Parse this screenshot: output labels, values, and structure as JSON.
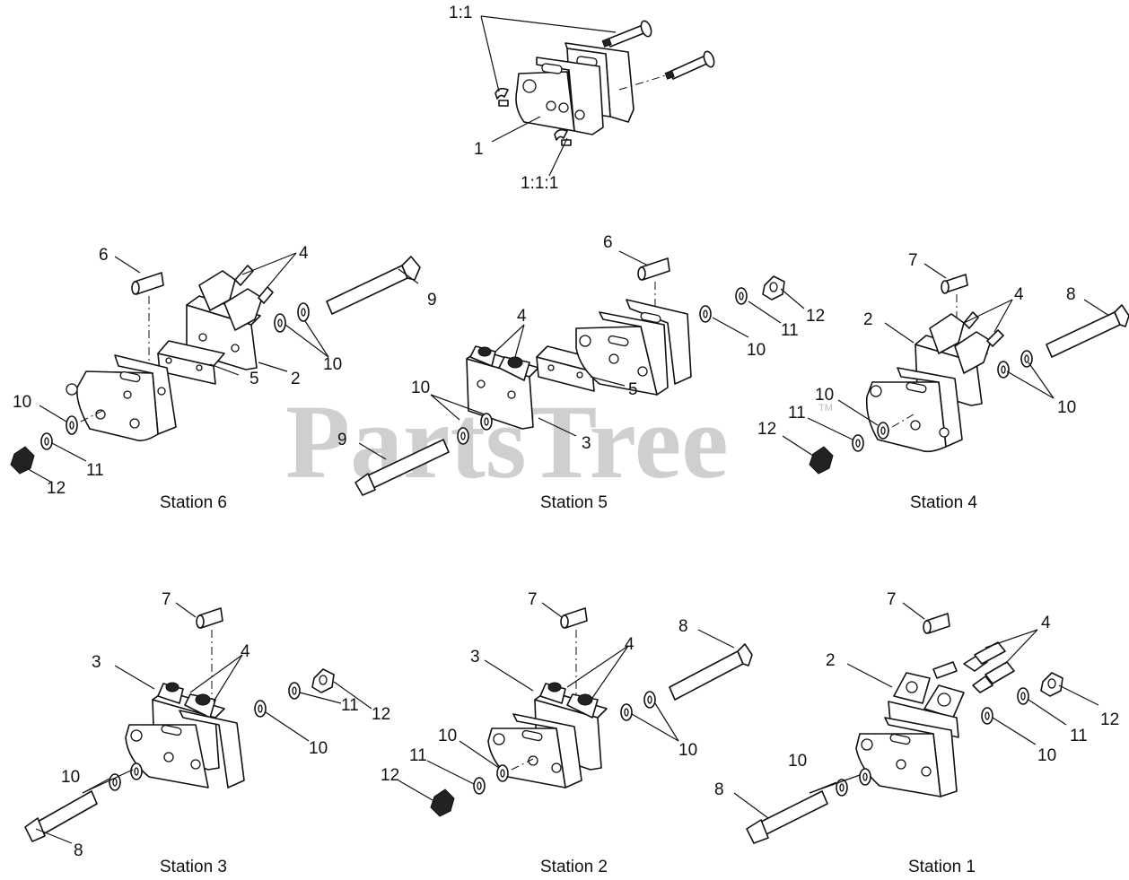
{
  "watermark": {
    "text": "PartsTree",
    "tm": "TM"
  },
  "stations": [
    "Station 6",
    "Station 5",
    "Station 4",
    "Station 3",
    "Station 2",
    "Station 1"
  ],
  "callouts": {
    "c1_1": "1:1",
    "c1": "1",
    "c1_1_1": "1:1:1",
    "c2": "2",
    "c3": "3",
    "c4": "4",
    "c5": "5",
    "c6": "6",
    "c7": "7",
    "c8": "8",
    "c9": "9",
    "c10": "10",
    "c11": "11",
    "c12": "12"
  }
}
